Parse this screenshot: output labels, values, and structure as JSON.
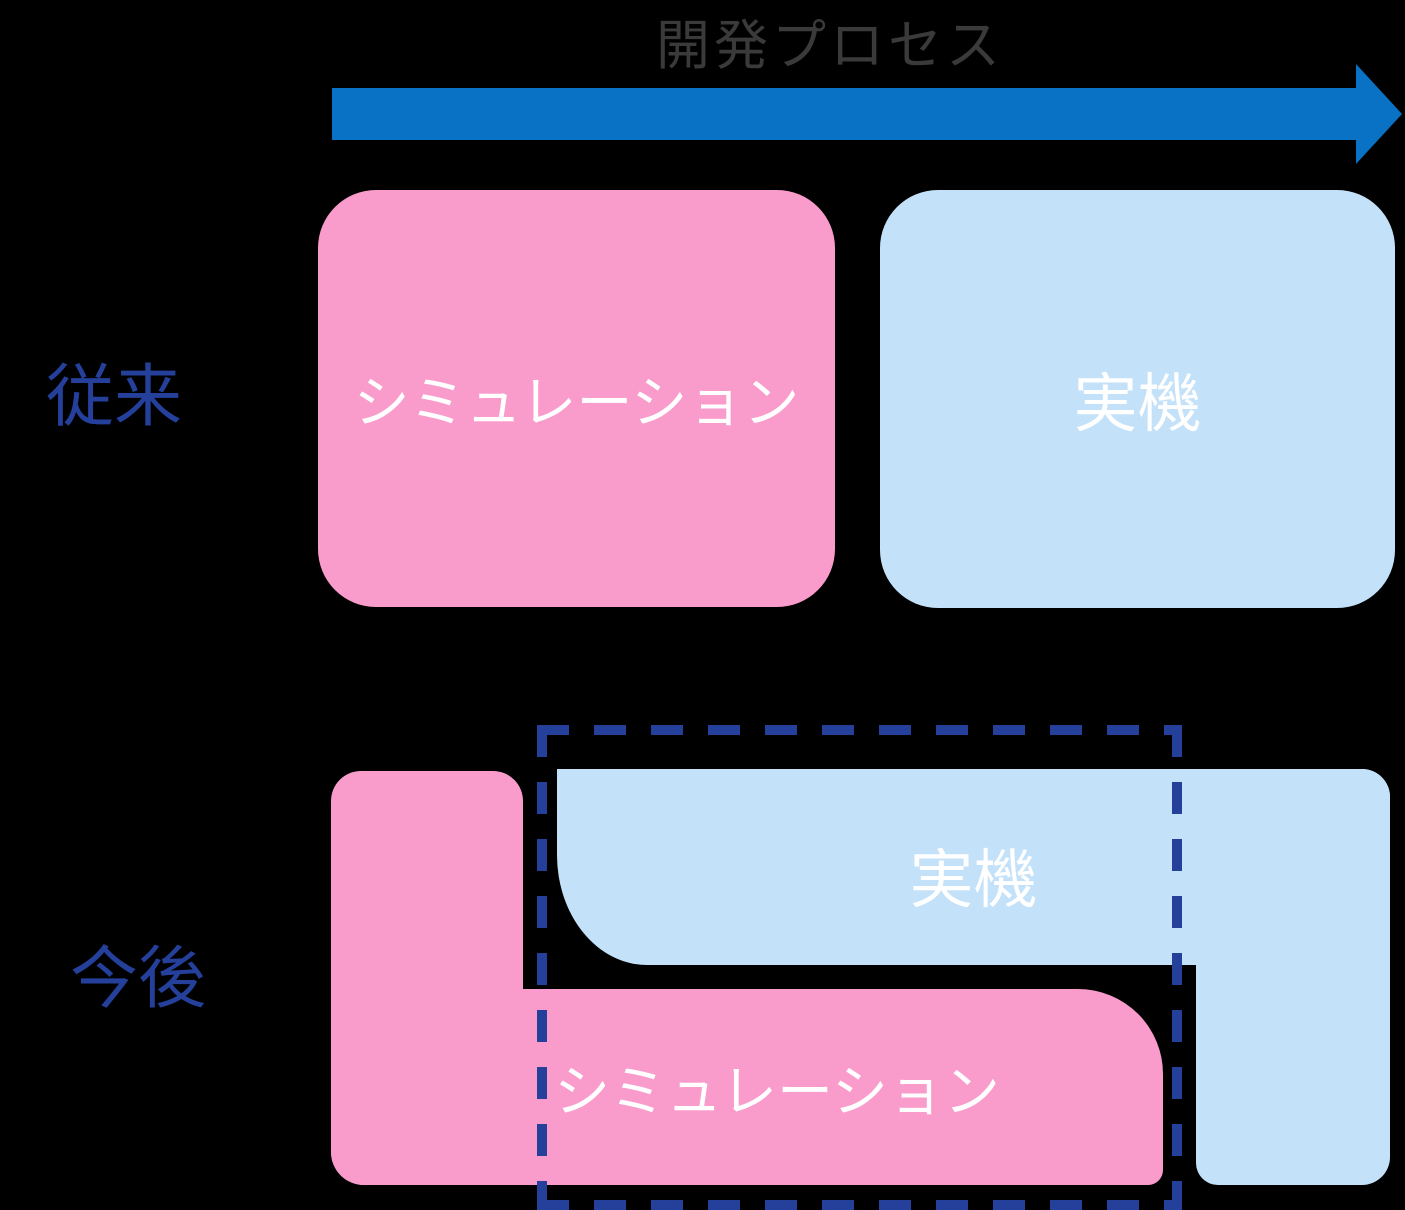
{
  "diagram": {
    "title": "開発プロセス",
    "row_conventional": {
      "label": "従来",
      "simulation_label": "シミュレーション",
      "actual_label": "実機"
    },
    "row_future": {
      "label": "今後",
      "simulation_label": "シミュレーション",
      "actual_label": "実機"
    },
    "colors": {
      "background": "#000000",
      "pink": "#F99BCB",
      "light_blue": "#C3E1F8",
      "arrow_blue": "#0A72C4",
      "navy": "#24409B",
      "title_gray": "#3A3A3A",
      "label_white": "#FFFFFF"
    }
  }
}
